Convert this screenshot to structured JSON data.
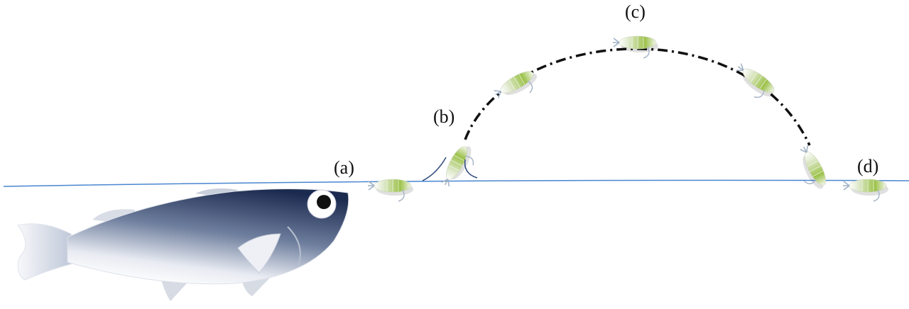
{
  "labels": {
    "a": "(a)",
    "b": "(b)",
    "c": "(c)",
    "d": "(d)"
  },
  "colors": {
    "water_line": "#4a86d0",
    "copepod_green": "#8ab43a",
    "fish_dark": "#1e2f55",
    "trajectory": "#111111"
  }
}
